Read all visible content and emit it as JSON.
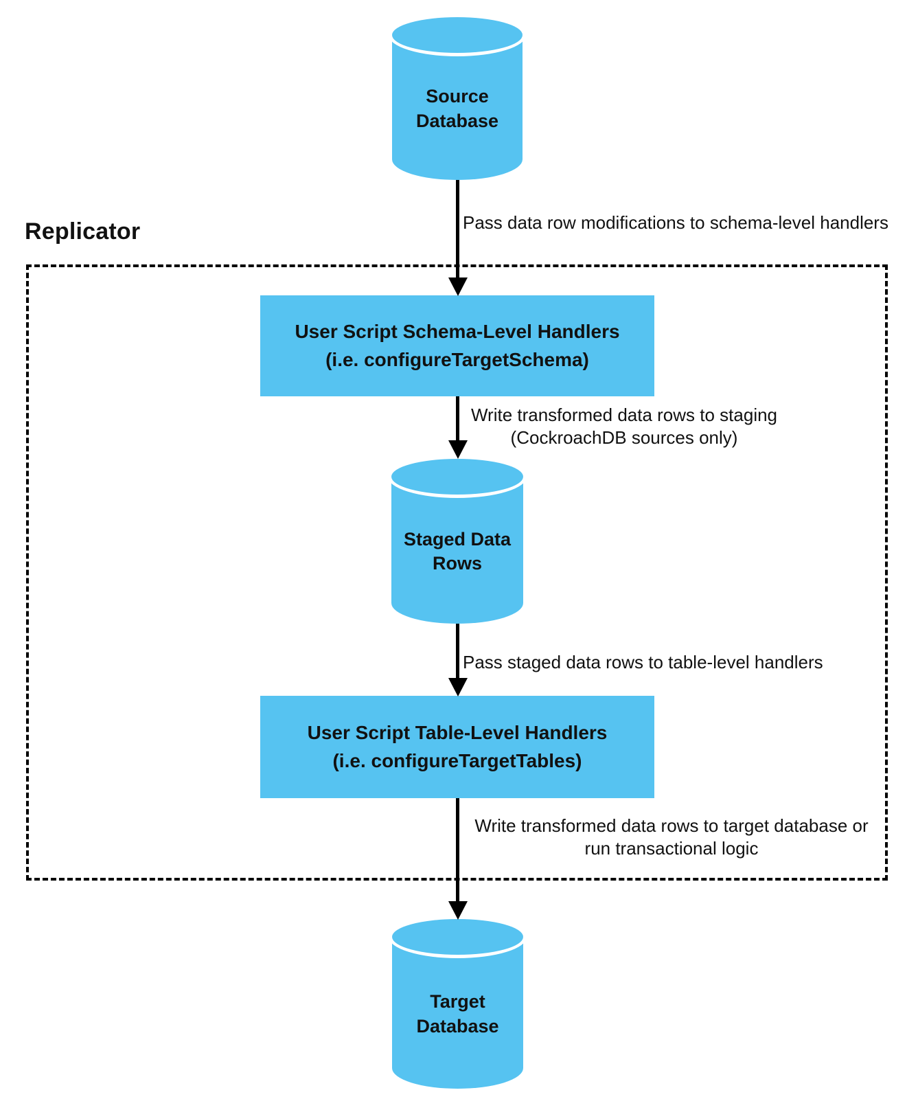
{
  "colors": {
    "node_fill": "#56C3F1",
    "line": "#000000",
    "text": "#111111"
  },
  "container": {
    "label": "Replicator"
  },
  "nodes": {
    "source_database": {
      "shape": "cylinder",
      "label": "Source\nDatabase"
    },
    "schema_handlers": {
      "shape": "rect",
      "label": "User Script Schema-Level Handlers\n(i.e. configureTargetSchema)"
    },
    "staged_data_rows": {
      "shape": "cylinder",
      "label": "Staged Data\nRows"
    },
    "table_handlers": {
      "shape": "rect",
      "label": "User Script Table-Level Handlers\n(i.e. configureTargetTables)"
    },
    "target_database": {
      "shape": "cylinder",
      "label": "Target\nDatabase"
    }
  },
  "edges": {
    "source_to_schema": {
      "label": "Pass data row modifications to schema-level handlers"
    },
    "schema_to_staged": {
      "label": "Write transformed data rows to staging\n(CockroachDB sources only)"
    },
    "staged_to_table": {
      "label": "Pass staged data rows to table-level handlers"
    },
    "table_to_target": {
      "label": "Write transformed data rows to target database or\nrun transactional logic"
    }
  }
}
